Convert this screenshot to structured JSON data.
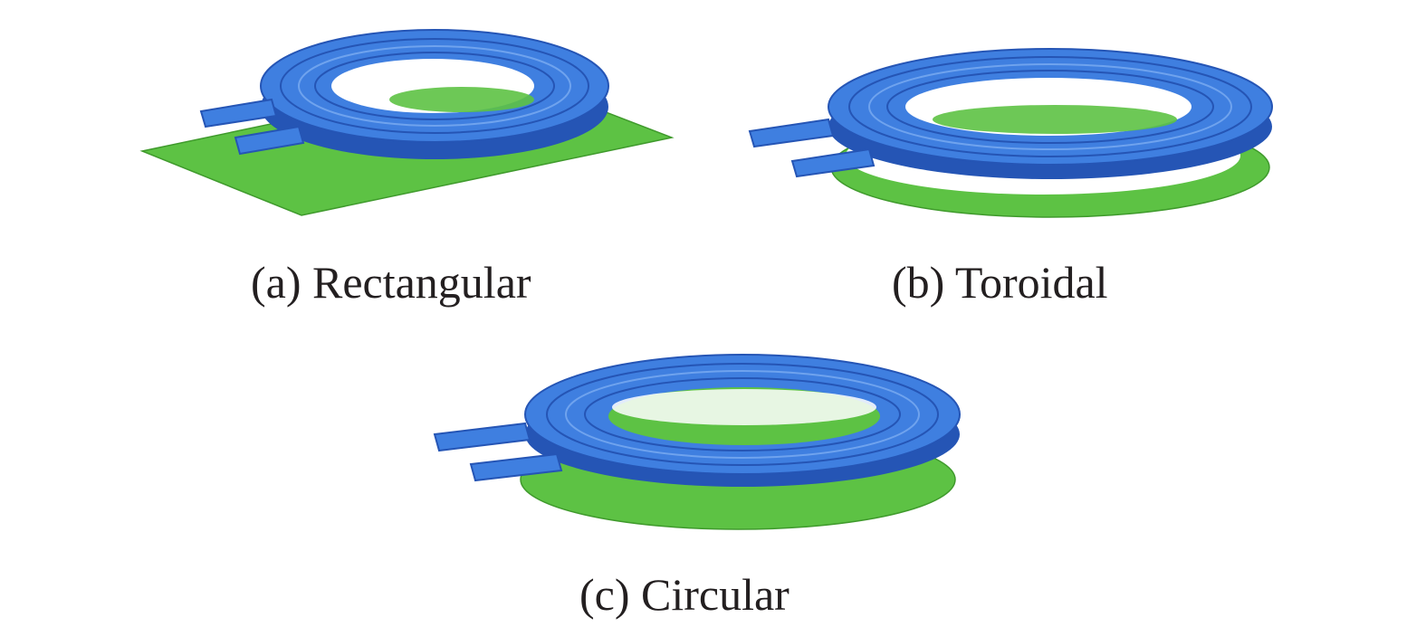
{
  "figure": {
    "panels": [
      {
        "id": "a",
        "caption": "(a) Rectangular",
        "shield_shape": "rectangular"
      },
      {
        "id": "b",
        "caption": "(b) Toroidal",
        "shield_shape": "toroidal"
      },
      {
        "id": "c",
        "caption": "(c) Circular",
        "shield_shape": "circular"
      }
    ],
    "colors": {
      "coil": "#3f7fe0",
      "coil_dark": "#2555b5",
      "coil_light": "#6fa3ee",
      "shield": "#5dc244",
      "shield_dark": "#3f9a2c",
      "caption_text": "#231f20"
    }
  }
}
